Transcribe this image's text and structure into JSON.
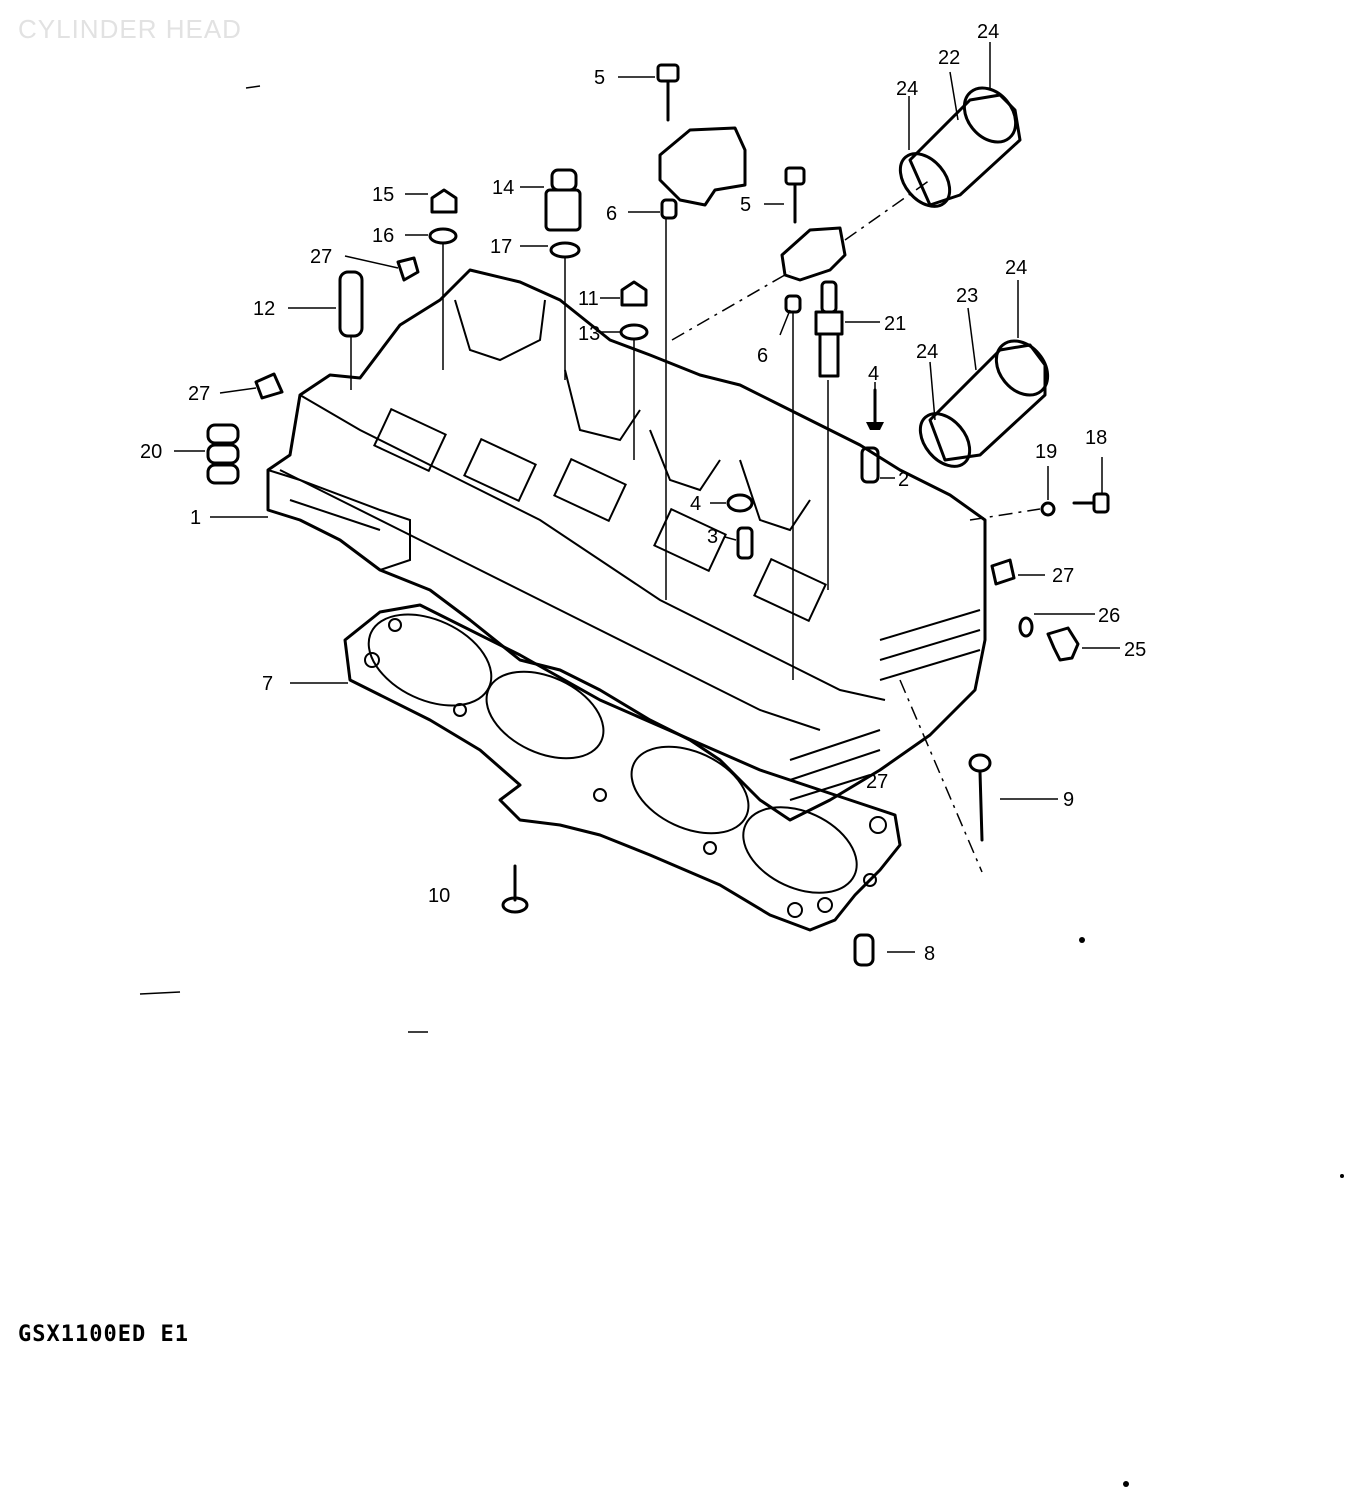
{
  "title": "CYLINDER HEAD",
  "model": "GSX1100ED E1",
  "callouts": [
    "1",
    "2",
    "3",
    "4",
    "5",
    "6",
    "7",
    "8",
    "9",
    "10",
    "11",
    "12",
    "13",
    "14",
    "15",
    "16",
    "17",
    "18",
    "19",
    "20",
    "21",
    "22",
    "23",
    "24",
    "25",
    "26",
    "27"
  ],
  "labels": {
    "l1": "1",
    "l2": "2",
    "l3": "3",
    "l4a": "4",
    "l4b": "4",
    "l5a": "5",
    "l5b": "5",
    "l6a": "6",
    "l6b": "6",
    "l7": "7",
    "l8": "8",
    "l9": "9",
    "l10": "10",
    "l11": "11",
    "l12": "12",
    "l13": "13",
    "l14": "14",
    "l15": "15",
    "l16": "16",
    "l17": "17",
    "l18": "18",
    "l19": "19",
    "l20": "20",
    "l21": "21",
    "l22": "22",
    "l23": "23",
    "l24a": "24",
    "l24b": "24",
    "l24c": "24",
    "l24d": "24",
    "l25": "25",
    "l26": "26",
    "l27a": "27",
    "l27b": "27",
    "l27c": "27",
    "l27d": "27"
  }
}
